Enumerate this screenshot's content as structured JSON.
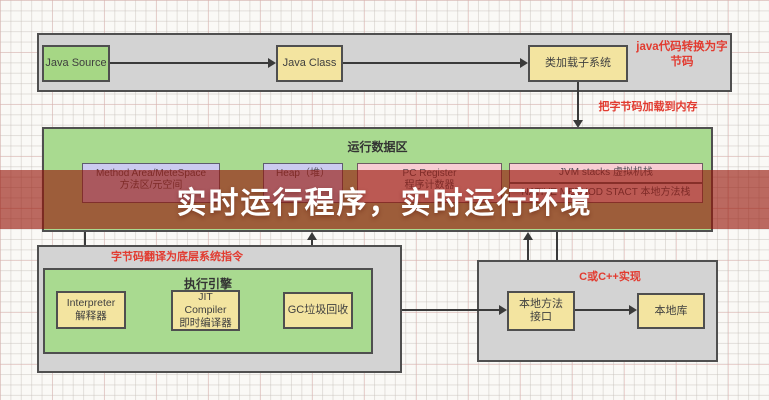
{
  "banner": {
    "title": "实时运行程序，实时运行环境"
  },
  "compile_flow": {
    "java_source": "Java Source",
    "java_class": "Java Class",
    "class_loader": "类加载子系统",
    "note_to_bytecode": "java代码转换为字节码",
    "note_load_memory": "把字节码加载到内存"
  },
  "runtime_data_area": {
    "title": "运行数据区",
    "method_area_line1": "Method Area/MeteSpace",
    "method_area_line2": "方法区/元空间",
    "heap": "Heap（堆）",
    "pc_register_line1": "PC Register",
    "pc_register_line2": "程序计数器",
    "jvm_stacks": "JVM stacks 虚拟机栈",
    "native_method_stacks": "NATIVE METHOD STACT 本地方法栈"
  },
  "execution_engine": {
    "note_translate": "字节码翻译为底层系统指令",
    "title": "执行引擎",
    "interpreter_line1": "Interpreter",
    "interpreter_line2": "解释器",
    "jit_line1": "JIT",
    "jit_line2": "Compiler",
    "jit_line3": "即时编译器",
    "gc": "GC垃圾回收"
  },
  "native_method_area": {
    "note_impl": "C或C++实现",
    "interface": "本地方法接口",
    "library": "本地库"
  },
  "colors": {
    "banner_overlay": "rgba(150,20,8,0.63)",
    "container_gray": "#d3d3d3",
    "area_green": "#a9da90",
    "box_yellow": "#f3e4a0",
    "box_green": "#a6d785",
    "box_lavender": "#cbcbf0",
    "box_pink": "#f8cdd3",
    "annotation_red": "#e23b30"
  }
}
